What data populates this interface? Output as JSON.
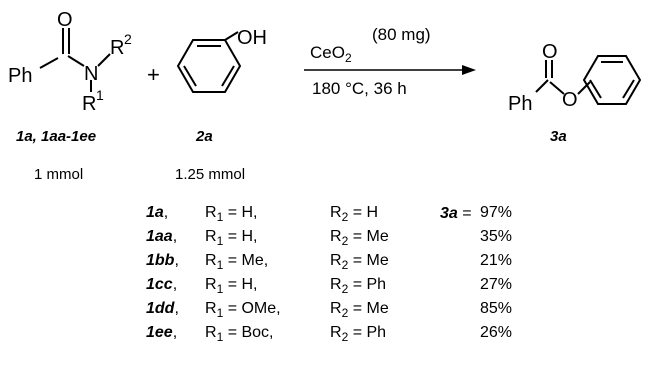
{
  "reactant1": {
    "atoms": {
      "oxygen": "O",
      "phenyl": "Ph",
      "nitrogen": "N",
      "r2": "R",
      "r2_sub": "2",
      "r1": "R",
      "r1_sub": "1"
    },
    "label": "1a, 1aa-1ee",
    "amount": "1 mmol"
  },
  "plus": "+",
  "reactant2": {
    "hydroxyl": "OH",
    "label": "2a",
    "amount": "1.25 mmol"
  },
  "conditions": {
    "catalyst": "CeO",
    "catalyst_sub": "2",
    "catalyst_amount": "(80 mg)",
    "temperature_time": "180 °C, 36 h"
  },
  "product": {
    "atoms": {
      "oxygen_carbonyl": "O",
      "phenyl": "Ph",
      "oxygen_ester": "O"
    },
    "label": "3a"
  },
  "table": {
    "product_label": "3a",
    "rows": [
      {
        "entry": "1a",
        "r1": "H",
        "r2": "H",
        "yield": "97%"
      },
      {
        "entry": "1aa",
        "r1": "H",
        "r2": "Me",
        "yield": "35%"
      },
      {
        "entry": "1bb",
        "r1": "Me",
        "r2": "Me",
        "yield": "21%"
      },
      {
        "entry": "1cc",
        "r1": "H",
        "r2": "Ph",
        "yield": "27%"
      },
      {
        "entry": "1dd",
        "r1": "OMe",
        "r2": "Me",
        "yield": "85%"
      },
      {
        "entry": "1ee",
        "r1": "Boc",
        "r2": "Ph",
        "yield": "26%"
      }
    ]
  }
}
